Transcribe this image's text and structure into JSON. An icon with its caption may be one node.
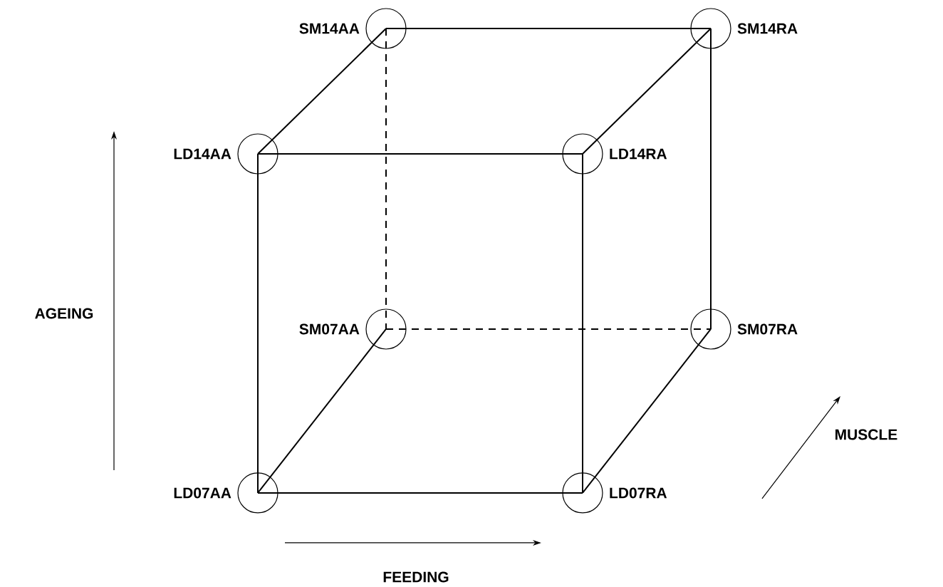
{
  "diagram": {
    "nodes": [
      {
        "text": [],
        "shape": "circle",
        "beside": [
          "SM14AA"
        ]
      },
      {
        "text": [],
        "shape": "circle",
        "beside": [
          "SM14RA"
        ]
      },
      {
        "text": [],
        "shape": "circle",
        "beside": [
          "LD14AA"
        ]
      },
      {
        "text": [],
        "shape": "circle",
        "beside": [
          "LD14RA"
        ]
      },
      {
        "text": [],
        "shape": "circle",
        "beside": [
          "SM07AA"
        ]
      },
      {
        "text": [],
        "shape": "circle",
        "beside": [
          "SM07RA"
        ]
      },
      {
        "text": [],
        "shape": "circle",
        "beside": [
          "LD07AA"
        ]
      },
      {
        "text": [],
        "shape": "circle",
        "beside": [
          "LD07RA"
        ]
      }
    ],
    "edges": [
      {
        "from": 0,
        "to": 1,
        "arrow": "none"
      },
      {
        "from": 0,
        "to": 2,
        "arrow": "none"
      },
      {
        "from": 1,
        "to": 3,
        "arrow": "none"
      },
      {
        "from": 2,
        "to": 3,
        "arrow": "none"
      },
      {
        "from": 0,
        "to": 4,
        "arrow": "none",
        "style": "dashed"
      },
      {
        "from": 1,
        "to": 5,
        "arrow": "none"
      },
      {
        "from": 2,
        "to": 6,
        "arrow": "none"
      },
      {
        "from": 3,
        "to": 7,
        "arrow": "none"
      },
      {
        "from": 4,
        "to": 5,
        "arrow": "none",
        "style": "dashed"
      },
      {
        "from": 4,
        "to": 6,
        "arrow": "none"
      },
      {
        "from": 5,
        "to": 7,
        "arrow": "none"
      },
      {
        "from": 6,
        "to": 7,
        "arrow": "none"
      }
    ],
    "labels": [
      "AGEING",
      "MUSCLE",
      "FEEDING"
    ]
  }
}
